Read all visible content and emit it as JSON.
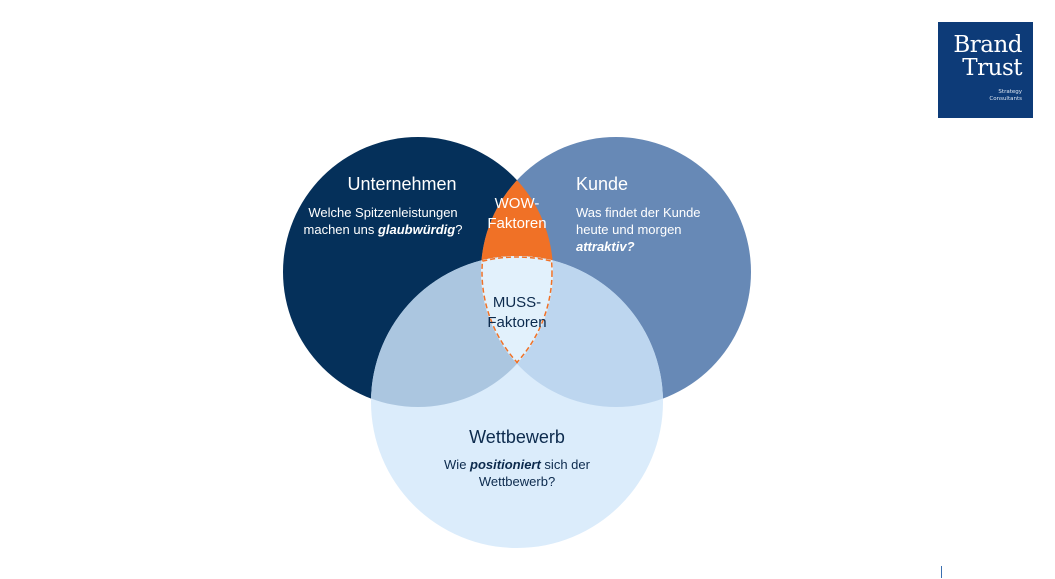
{
  "logo": {
    "line1": "Brand",
    "line2": "Trust",
    "sub1": "Strategy",
    "sub2": "Consultants",
    "color": "#0d3b78"
  },
  "venn": {
    "unternehmen": {
      "title": "Unternehmen",
      "question": [
        [
          {
            "t": "Welche Spitzenleistungen",
            "s": "normal"
          }
        ],
        [
          {
            "t": "machen uns ",
            "s": "normal"
          },
          {
            "t": "glaubwürdig",
            "s": "bolditalic"
          },
          {
            "t": "?",
            "s": "normal"
          }
        ]
      ],
      "color": "#05305a"
    },
    "kunde": {
      "title": "Kunde",
      "question": [
        [
          {
            "t": "Was findet der Kunde",
            "s": "normal"
          }
        ],
        [
          {
            "t": "heute und morgen",
            "s": "normal"
          }
        ],
        [
          {
            "t": "attraktiv?",
            "s": "bolditalic"
          }
        ]
      ],
      "color": "#6789b6"
    },
    "wettbewerb": {
      "title": "Wettbewerb",
      "question": [
        [
          {
            "t": "Wie ",
            "s": "normal"
          },
          {
            "t": "positioniert",
            "s": "bolditalic"
          },
          {
            "t": " sich der",
            "s": "normal"
          }
        ],
        [
          {
            "t": "Wettbewerb?",
            "s": "normal"
          }
        ]
      ],
      "color": "#dbecfb"
    },
    "wow": {
      "lines": [
        "WOW-",
        "Faktoren"
      ],
      "color": "#f07126"
    },
    "muss": {
      "lines": [
        "MUSS-",
        "Faktoren"
      ],
      "color": "#e2f1fc"
    },
    "overlap_left_color": "#abc6e0",
    "overlap_right_color": "#bdd6ef",
    "dash_color": "#f07126"
  }
}
